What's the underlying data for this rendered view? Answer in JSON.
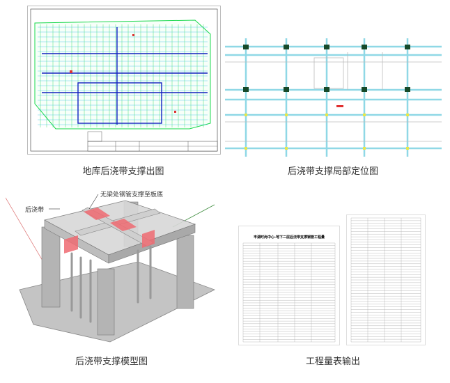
{
  "captions": {
    "p1": "地库后浇带支撑出图",
    "p2": "后浇带支撑局部定位图",
    "p3": "后浇带支撑模型图",
    "p4": "工程量表输出"
  },
  "model_labels": {
    "post_pour": "后浇带",
    "support": "无梁处钢管支撑至板底"
  },
  "table_title": "丰湖时尚中心-地下二层后浇带支撑钢管工程量",
  "colors": {
    "cad_bg": "#0a16b8",
    "cad_green": "#19d84c",
    "cad_cyan": "#59f0f0",
    "red_band": "#ef6b72"
  }
}
